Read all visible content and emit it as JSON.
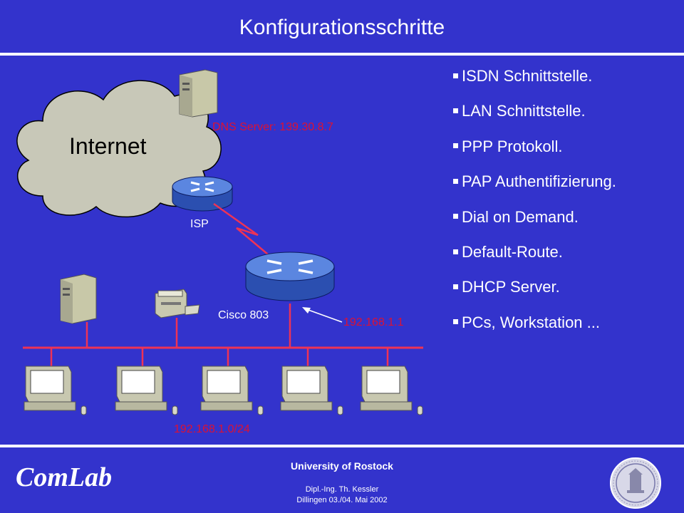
{
  "slide": {
    "title": "Konfigurationsschritte"
  },
  "bullets": [
    "ISDN Schnittstelle.",
    "LAN Schnittstelle.",
    "PPP Protokoll.",
    "PAP Authentifizierung.",
    "Dial on Demand.",
    "Default-Route.",
    "DHCP Server.",
    "PCs, Workstation ..."
  ],
  "diagram": {
    "cloud_label": "Internet",
    "dns_label": "DNS Server: 139.30.8.7",
    "isp_label": "ISP",
    "router_label": "Cisco 803",
    "router_ip": "192.168.1.1",
    "network_label": "192.168.1.0/24"
  },
  "footer": {
    "university": "University of Rostock",
    "author": "Dipl.-Ing. Th. Kessler",
    "event": "Dillingen 03./04. Mai 2002",
    "brand": "ComLab"
  },
  "colors": {
    "background": "#3333cc",
    "text": "#ffffff",
    "accent_red": "#dd1133",
    "bus_line": "#ee3355"
  }
}
